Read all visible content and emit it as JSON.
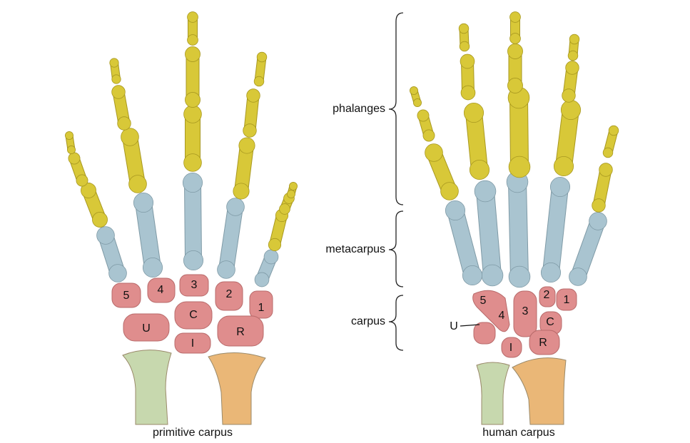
{
  "colors": {
    "phalanges": "#d8c838",
    "metacarpus": "#a9c4d0",
    "carpus": "#df8d8d",
    "ulna": "#c7d8ae",
    "radius": "#eab777",
    "outline": "#8a7a5a"
  },
  "primitive": {
    "caption": "primitive carpus",
    "carpals": [
      "5",
      "4",
      "3",
      "2",
      "1",
      "U",
      "C",
      "I",
      "R"
    ]
  },
  "human": {
    "caption": "human carpus",
    "carpals": [
      "5",
      "4",
      "3",
      "2",
      "1",
      "C",
      "R",
      "I",
      "U"
    ]
  },
  "terms": {
    "phalanges": "phalanges",
    "metacarpus": "metacarpus",
    "carpus": "carpus"
  }
}
